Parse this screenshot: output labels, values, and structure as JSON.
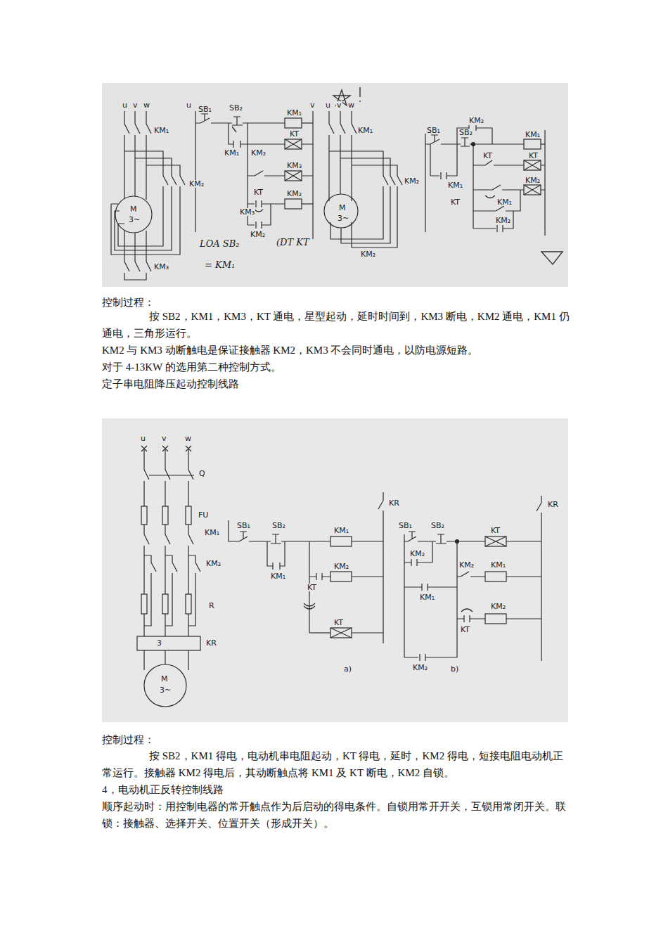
{
  "diagram": {
    "labels": [
      "u",
      "v",
      "w",
      "KM₁",
      "KM₂",
      "M",
      "3~",
      "KM₃",
      "u",
      "SB₁",
      "SB₂",
      "KM₁",
      "KM₂",
      "KM₁",
      "KT",
      "KM₃",
      "KT",
      "KM₂",
      "KM₃",
      "KM₂",
      "v",
      "LOA SB₂",
      "(DT KT",
      "= KM₁",
      "u",
      "v",
      "w",
      "KM₁",
      "KM₂",
      "M",
      "3~",
      "KM₂",
      "KM₂",
      "SB₁",
      "SB₂",
      "KT",
      "KM₁",
      "KM₁",
      "KT",
      "KM₂",
      "KT",
      "KM₁",
      "KM₂",
      "控制过程：",
      "按 SB2，KM1，KM3，KT 通电，星型起动，延时时间到，KM3 断电，KM2 通电，KM1 仍通电，三角形运行。",
      "KM2 与 KM3 动断触电是保证接触器 KM2，KM3 不会同时通电，以防电源短路。",
      "对于 4-13KW 的选用第二种控制方式。",
      "定子串电阻降压起动控制线路",
      "u",
      "v",
      "w",
      "Q",
      "FU",
      "KM₁",
      "KM₂",
      "R",
      "3",
      "KR",
      "M",
      "3~",
      "SB₁",
      "SB₂",
      "KM₁",
      "KR",
      "KM₁",
      "KM₂",
      "KT",
      "KT",
      "a)",
      "KR",
      "SB₁",
      "SB₂",
      "KM₂",
      "KT",
      "KM₂",
      "KM₁",
      "KM₁",
      "KM₂",
      "KT",
      "KM₂",
      "b)",
      "控制过程：",
      "按 SB2，KM1 得电，电动机串电阻起动，KT 得电，延时，KM2 得电，短接电阻电动机正常运行。接触器 KM2 得电后，其动断触点将 KM1 及 KT 断电，KM2 自锁。",
      "4，电动机正反转控制线路",
      "顺序起动时：用控制电器的常开触点作为后启动的得电条件。自锁用常开开关，互锁用常闭开关。联锁：接触器、选择开关、位置开关（形成开关）。"
    ]
  }
}
